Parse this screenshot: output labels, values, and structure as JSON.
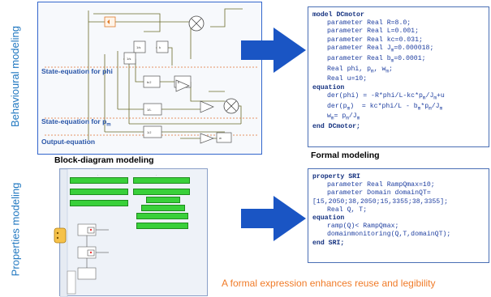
{
  "rows": {
    "behavioural": "Behavioural modeling",
    "properties": "Properties modeling"
  },
  "block_diagram": {
    "state_eq_phi": "State-equation for phi",
    "state_eq_pm": "State-equation for p",
    "state_eq_pm_sub": "m",
    "output_eq": "Output-equation",
    "caption": "Block-diagram modeling"
  },
  "formal": {
    "caption": "Formal modeling",
    "code": [
      {
        "kw": "model DCmotor",
        "text": ""
      },
      {
        "kw": "",
        "text": "parameter Real R=8.0;"
      },
      {
        "kw": "",
        "text": "parameter Real L=0.001;"
      },
      {
        "kw": "",
        "text": "parameter Real kc=0.031;"
      },
      {
        "kw": "",
        "text": "parameter Real J_m=0.000018;"
      },
      {
        "kw": "",
        "text": "parameter Real b_m=0.0001;"
      },
      {
        "kw": "",
        "text": "Real phi, p_m, w_m;"
      },
      {
        "kw": "",
        "text": "Real u=10;"
      },
      {
        "kw": "equation",
        "text": ""
      },
      {
        "kw": "",
        "text": "der(phi) = -R*phi/L-kc*p_m/J_m+u"
      },
      {
        "kw": "",
        "text": "der(p_m)  = kc*phi/L - b_m*p_m/J_m"
      },
      {
        "kw": "",
        "text": "w_m= p_m/J_m"
      },
      {
        "kw": "end DCmotor;",
        "text": ""
      }
    ]
  },
  "property": {
    "code": [
      {
        "kw": "property SRI",
        "text": "",
        "indent": false
      },
      {
        "kw": "",
        "text": "parameter Real RampQmax=10;",
        "indent": true
      },
      {
        "kw": "",
        "text": "parameter Domain domainQT=",
        "indent": true
      },
      {
        "kw": "",
        "text": "[15,2050;38,2050;15,3355;38,3355];",
        "indent": false
      },
      {
        "kw": "",
        "text": "Real Q, T;",
        "indent": true
      },
      {
        "kw": "equation",
        "text": "",
        "indent": false
      },
      {
        "kw": "",
        "text": "ramp(Q)< RampQmax;",
        "indent": true
      },
      {
        "kw": "",
        "text": "domainmonitoring(Q,T,domainQT);",
        "indent": true
      },
      {
        "kw": "end SRI;",
        "text": "",
        "indent": false
      }
    ]
  },
  "tagline": "A formal expression enhances reuse and legibility",
  "colors": {
    "accent_blue": "#1f77c0",
    "arrow_blue": "#1a55c4",
    "code_blue": "#1f3fa0",
    "orange": "#f07b28",
    "green": "#39d03a"
  }
}
